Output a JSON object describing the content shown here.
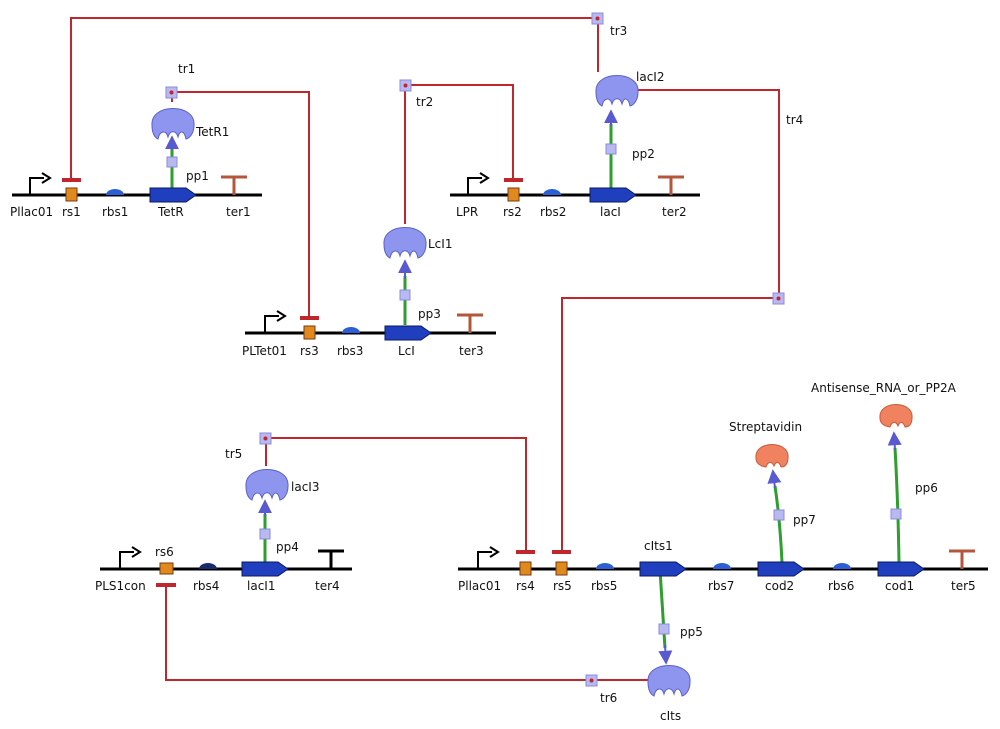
{
  "colors": {
    "backbone": "#000000",
    "regulation": "#c0272d",
    "expression": "#2e9e2e",
    "repressor": "#8e95ef",
    "product": "#f0825f",
    "operator": "#e08a1e",
    "cds": "#1f3fbf",
    "terminator": "#b5553a",
    "terminator_black": "#000000",
    "rbs": "#2c5fd6"
  },
  "promoters": [
    {
      "label": "Pllac01"
    },
    {
      "label": "LPR"
    },
    {
      "label": "PLTet01"
    },
    {
      "label": "PLS1con"
    },
    {
      "label": "Pllac01"
    }
  ],
  "operators": [
    {
      "label": "rs1"
    },
    {
      "label": "rs2"
    },
    {
      "label": "rs3"
    },
    {
      "label": "rs6"
    },
    {
      "label": "rs4"
    },
    {
      "label": "rs5"
    }
  ],
  "rbs": [
    {
      "label": "rbs1"
    },
    {
      "label": "rbs2"
    },
    {
      "label": "rbs3"
    },
    {
      "label": "rbs4"
    },
    {
      "label": "rbs5"
    },
    {
      "label": "rbs7"
    },
    {
      "label": "rbs6"
    }
  ],
  "cds": [
    {
      "label": "TetR"
    },
    {
      "label": "lacI"
    },
    {
      "label": "LcI"
    },
    {
      "label": "lacI1"
    },
    {
      "label": "cIts1"
    },
    {
      "label": "cod2"
    },
    {
      "label": "cod1"
    }
  ],
  "terminators": [
    {
      "label": "ter1"
    },
    {
      "label": "ter2"
    },
    {
      "label": "ter3"
    },
    {
      "label": "ter4"
    },
    {
      "label": "ter5"
    }
  ],
  "proteins": [
    {
      "label": "TetR1"
    },
    {
      "label": "lacI2"
    },
    {
      "label": "LcI1"
    },
    {
      "label": "lacI3"
    },
    {
      "label": "cIts"
    },
    {
      "label": "Streptavidin"
    },
    {
      "label": "Antisense_RNA_or_PP2A"
    }
  ],
  "expression_links": [
    {
      "label": "pp1"
    },
    {
      "label": "pp2"
    },
    {
      "label": "pp3"
    },
    {
      "label": "pp4"
    },
    {
      "label": "pp5"
    },
    {
      "label": "pp7"
    },
    {
      "label": "pp6"
    }
  ],
  "regulation_links": [
    {
      "label": "tr1"
    },
    {
      "label": "tr2"
    },
    {
      "label": "tr3"
    },
    {
      "label": "tr4"
    },
    {
      "label": "tr5"
    },
    {
      "label": "tr6"
    }
  ]
}
